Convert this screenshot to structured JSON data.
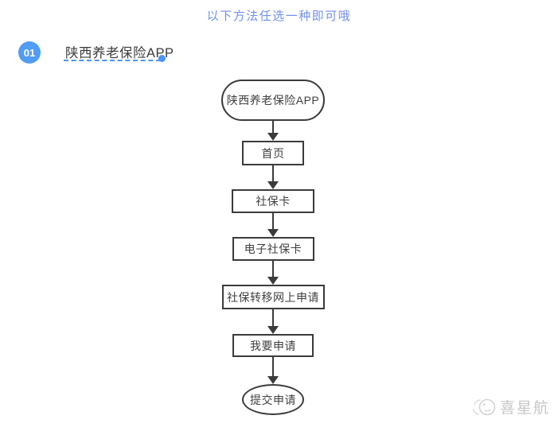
{
  "page": {
    "tip": "以下方法任选一种即可哦"
  },
  "section": {
    "badge_number": "01",
    "title": "陕西养老保险APP"
  },
  "flowchart": {
    "nodes": [
      {
        "shape": "stadium",
        "label": "陕西养老保险APP"
      },
      {
        "shape": "rect",
        "label": "首页"
      },
      {
        "shape": "rect",
        "label": "社保卡"
      },
      {
        "shape": "rect",
        "label": "电子社保卡"
      },
      {
        "shape": "rect",
        "label": "社保转移网上申请"
      },
      {
        "shape": "rect",
        "label": "我要申请"
      },
      {
        "shape": "ellipse",
        "label": "提交申请"
      }
    ]
  },
  "watermark": {
    "brand": "喜星航"
  },
  "colors": {
    "tip_text": "#7290ee",
    "badge_bg": "#519cf5",
    "underline_blue": "#4f93f2",
    "flow_line": "#3b3b3b",
    "node_text": "#3f3f3f",
    "watermark_text": "#c6c6c6",
    "background": "#ffffff"
  }
}
